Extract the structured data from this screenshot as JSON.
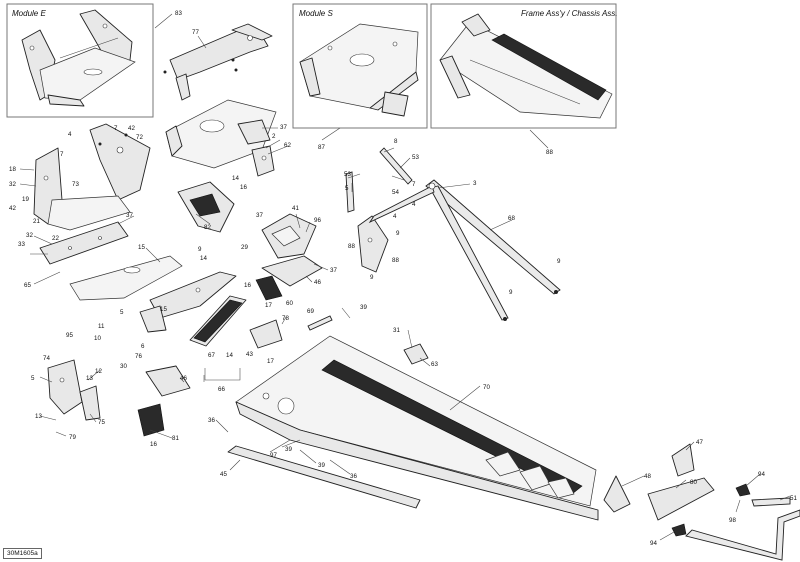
{
  "boxes": {
    "module_e": "Module E",
    "module_s": "Module S",
    "frame_assy": "Frame Ass'y / Chassis Ass."
  },
  "drawing_code": "30M1605a",
  "callouts": {
    "c83": "83",
    "c77": "77",
    "c87": "87",
    "c88_top": "88",
    "c4a": "4",
    "c7a": "7",
    "c42a": "42",
    "c72": "72",
    "c37a": "37",
    "c2": "2",
    "c62": "62",
    "c14a": "14",
    "c16a": "16",
    "c18": "18",
    "c7b": "7",
    "c32a": "32",
    "c73": "73",
    "c19": "19",
    "c42b": "42",
    "c21": "21",
    "c22": "22",
    "c37b": "37",
    "c32b": "32",
    "c33": "33",
    "c65": "65",
    "c15a": "15",
    "c82": "82",
    "c9a": "9",
    "c29": "29",
    "c14b": "14",
    "c16b": "16",
    "c60": "60",
    "c5a": "5",
    "c15b": "15",
    "c11": "11",
    "c10": "10",
    "c6": "6",
    "c30": "30",
    "c76": "76",
    "c67": "67",
    "c66": "66",
    "c14c": "14",
    "c17a": "17",
    "c43": "43",
    "c17b": "17",
    "c78": "78",
    "c37c": "37",
    "c41": "41",
    "c96": "96",
    "c37d": "37",
    "c46a": "46",
    "c8": "8",
    "c53a": "53",
    "c53b": "53",
    "c7c": "7",
    "c54": "54",
    "c5b": "5",
    "c3": "3",
    "c4b": "4",
    "c68": "68",
    "c4c": "4",
    "c9b": "9",
    "c88a": "88",
    "c88b": "88",
    "c9c": "9",
    "c9d": "9",
    "c9e": "9",
    "c69": "69",
    "c39a": "39",
    "c31": "31",
    "c63": "63",
    "c70": "70",
    "c95": "95",
    "c74": "74",
    "c5c": "5",
    "c13a": "13",
    "c12": "12",
    "c75": "75",
    "c13b": "13",
    "c79": "79",
    "c46b": "46",
    "c81": "81",
    "c16c": "16",
    "c36a": "36",
    "c36b": "36",
    "c97": "97",
    "c39b": "39",
    "c39c": "39",
    "c45": "45",
    "c47": "47",
    "c48": "48",
    "c80": "80",
    "c94a": "94",
    "c51": "51",
    "c98": "98",
    "c94b": "94"
  }
}
